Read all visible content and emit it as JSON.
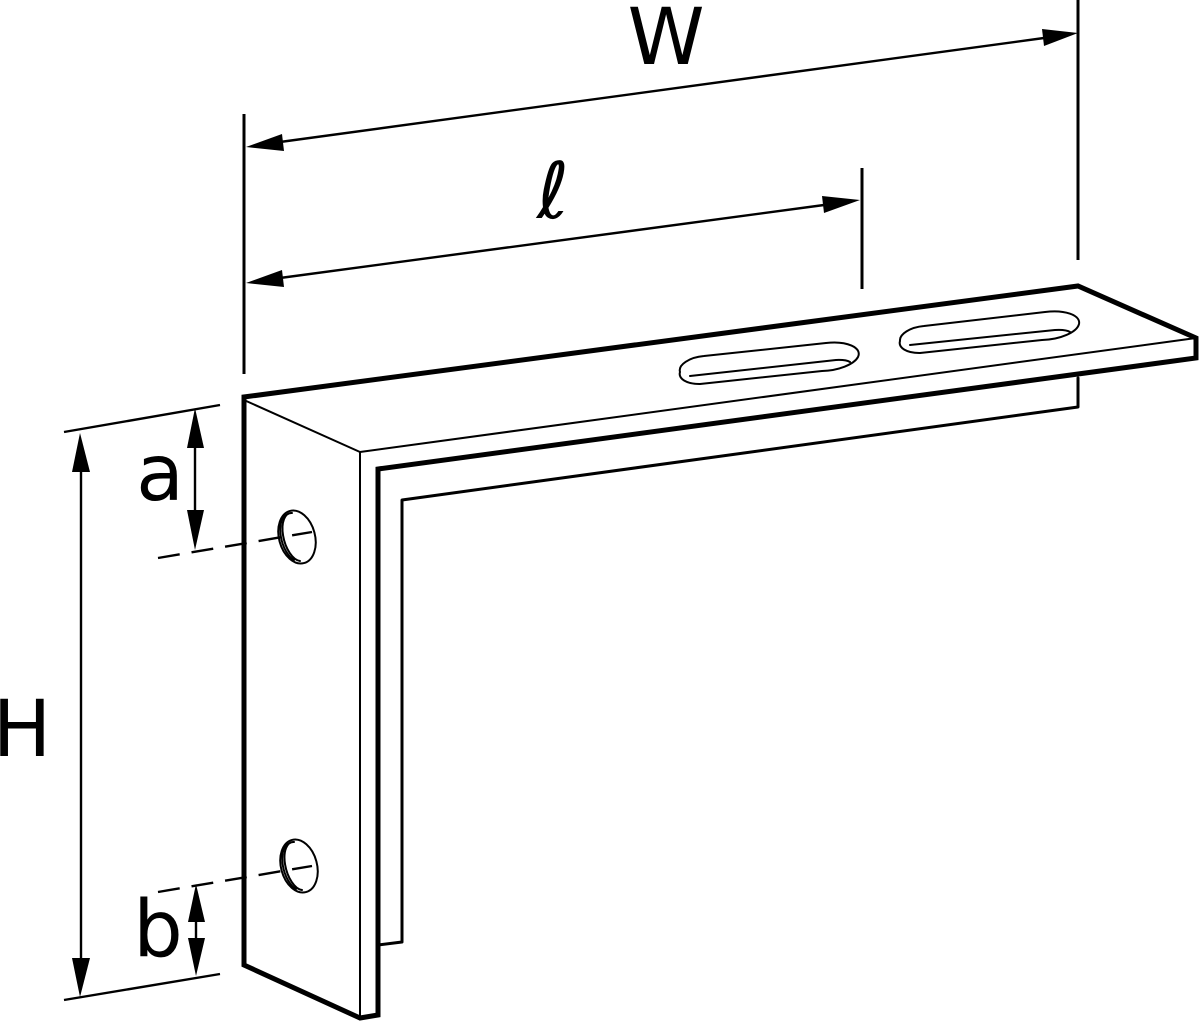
{
  "labels": {
    "width": "W",
    "length": "ℓ",
    "height": "H",
    "top_offset": "a",
    "bottom_offset": "b"
  }
}
